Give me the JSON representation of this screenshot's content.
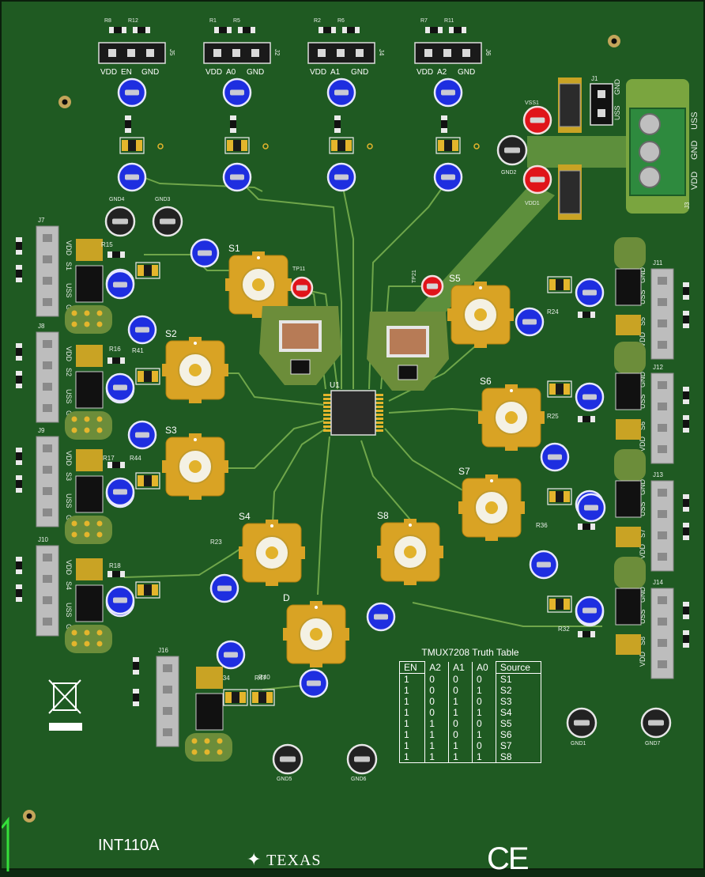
{
  "board_name": "INT110A",
  "company": "TEXAS",
  "mark_ce": "CE",
  "ic": "U1",
  "headers_top": [
    {
      "ref": "J5",
      "pins": [
        "VDD",
        "EN",
        "GND"
      ],
      "res": [
        "R8",
        "R12"
      ]
    },
    {
      "ref": "J2",
      "pins": [
        "VDD",
        "A0",
        "GND"
      ],
      "res": [
        "R1",
        "R5"
      ]
    },
    {
      "ref": "J4",
      "pins": [
        "VDD",
        "A1",
        "GND"
      ],
      "res": [
        "R2",
        "R6"
      ]
    },
    {
      "ref": "J6",
      "pins": [
        "VDD",
        "A2",
        "GND"
      ],
      "res": [
        "R7",
        "R11"
      ]
    }
  ],
  "power": {
    "ref": "J3",
    "pins": [
      "VDD",
      "GND",
      "USS"
    ],
    "jumper": "J1",
    "jumper_pins": [
      "USS",
      "GND"
    ],
    "tp": [
      "VSS1",
      "GND2",
      "VDD1"
    ]
  },
  "sources": [
    "S1",
    "S2",
    "S3",
    "S4",
    "S5",
    "S6",
    "S7",
    "S8",
    "D"
  ],
  "tp_labels": [
    "TP11",
    "TP21"
  ],
  "left_headers": [
    {
      "ref": "J7",
      "pins": [
        "VDD",
        "S1",
        "USS",
        "GND"
      ]
    },
    {
      "ref": "J8",
      "pins": [
        "VDD",
        "S2",
        "USS",
        "GND"
      ]
    },
    {
      "ref": "J9",
      "pins": [
        "VDD",
        "S3",
        "USS",
        "GND"
      ]
    },
    {
      "ref": "J10",
      "pins": [
        "VDD",
        "S4",
        "USS",
        "GND"
      ]
    }
  ],
  "right_headers": [
    {
      "ref": "J11",
      "pins": [
        "GND",
        "USS",
        "S5",
        "VDD"
      ]
    },
    {
      "ref": "J12",
      "pins": [
        "GND",
        "USS",
        "S6",
        "VDD"
      ]
    },
    {
      "ref": "J13",
      "pins": [
        "GND",
        "USS",
        "S7",
        "VDD"
      ]
    },
    {
      "ref": "J14",
      "pins": [
        "GND",
        "USS",
        "S8",
        "VDD"
      ]
    }
  ],
  "bottom_header": "J16",
  "res_labels": [
    "R15",
    "R16",
    "R17",
    "R18",
    "R23",
    "R24",
    "R25",
    "R36",
    "R32",
    "R34",
    "R40",
    "R41",
    "R44",
    "R47"
  ],
  "gnd_tp": [
    "GND4",
    "GND3",
    "GND5",
    "GND6",
    "GND1",
    "GND7"
  ],
  "truth_table": {
    "title": "TMUX7208 Truth Table",
    "headers": [
      "EN",
      "A2",
      "A1",
      "A0",
      "Source"
    ],
    "rows": [
      [
        "1",
        "0",
        "0",
        "0",
        "S1"
      ],
      [
        "1",
        "0",
        "0",
        "1",
        "S2"
      ],
      [
        "1",
        "0",
        "1",
        "0",
        "S3"
      ],
      [
        "1",
        "0",
        "1",
        "1",
        "S4"
      ],
      [
        "1",
        "1",
        "0",
        "0",
        "S5"
      ],
      [
        "1",
        "1",
        "0",
        "1",
        "S6"
      ],
      [
        "1",
        "1",
        "1",
        "0",
        "S7"
      ],
      [
        "1",
        "1",
        "1",
        "1",
        "S8"
      ]
    ]
  },
  "colors": {
    "board": "#1f5a22",
    "trace": "#6fa64a",
    "pad_gold": "#d9a324",
    "tp_blue": "#1a2fd6",
    "tp_red": "#e0141a",
    "header": "#bdbdbd"
  }
}
